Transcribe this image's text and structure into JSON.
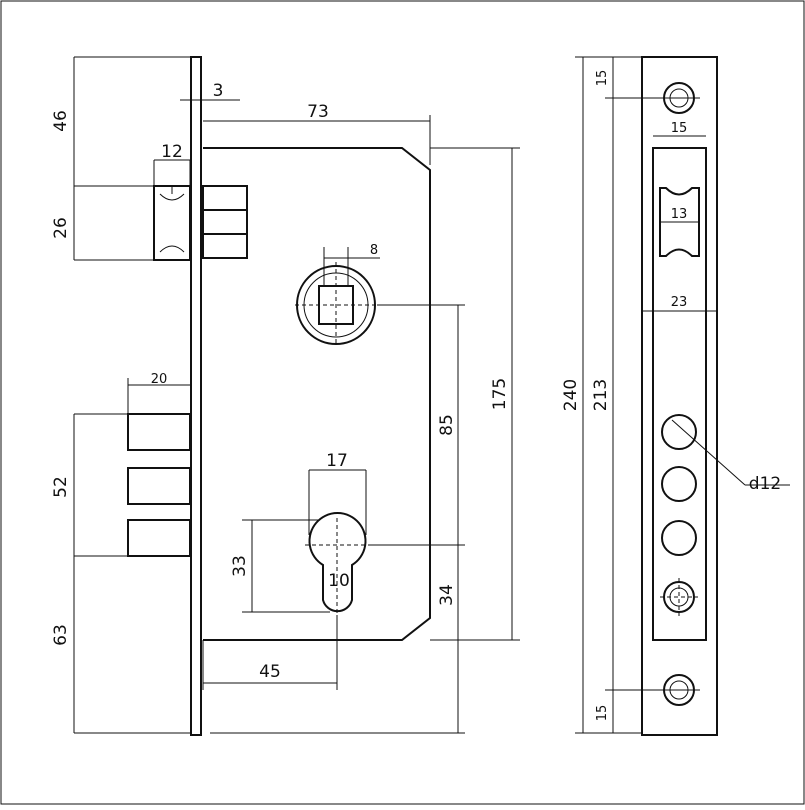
{
  "dimensions": {
    "faceplate_thickness": "3",
    "body_width": "73",
    "latch_top_offset": "46",
    "latch_width": "12",
    "latch_height": "26",
    "spindle_square": "8",
    "backset_height": "175",
    "handle_to_cylinder": "85",
    "cylinder_bottom_offset": "34",
    "bolts_throw": "20",
    "bolts_height": "52",
    "bolts_bottom_offset": "63",
    "cylinder_width": "17",
    "cylinder_height": "33",
    "cylinder_slot": "10",
    "backset": "45",
    "plate_length": "240",
    "screw_spacing": "213",
    "screw_offset_top": "15",
    "screw_offset_bottom": "15",
    "plate_width": "15",
    "latch_opening": "13",
    "bolt_window_width": "23",
    "bolt_hole_diameter": "d12"
  }
}
